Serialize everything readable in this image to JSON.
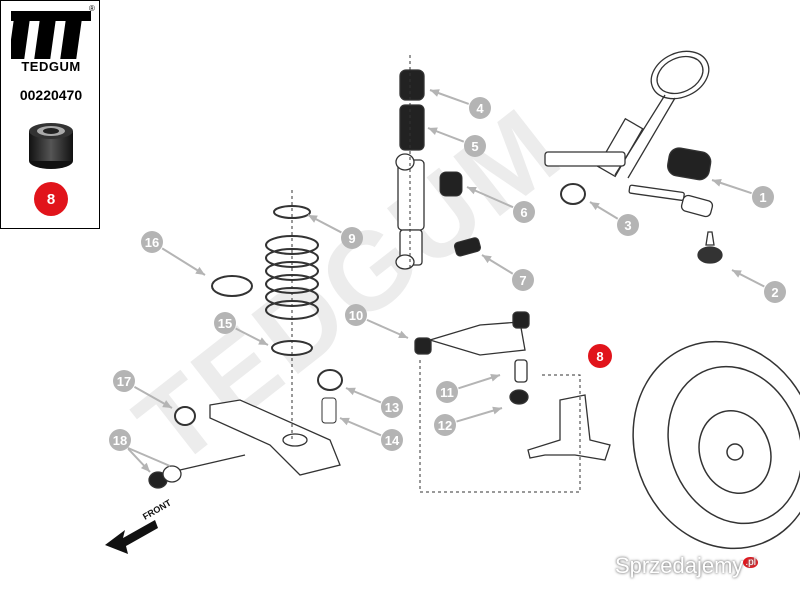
{
  "brand": {
    "name": "TEDGUM",
    "registered": "®",
    "part_number": "00220470",
    "selected_badge": "8"
  },
  "diagram": {
    "callouts": [
      {
        "id": "callout-1",
        "label": "1"
      },
      {
        "id": "callout-2",
        "label": "2"
      },
      {
        "id": "callout-3",
        "label": "3"
      },
      {
        "id": "callout-4",
        "label": "4"
      },
      {
        "id": "callout-5",
        "label": "5"
      },
      {
        "id": "callout-6",
        "label": "6"
      },
      {
        "id": "callout-7",
        "label": "7"
      },
      {
        "id": "callout-8",
        "label": "8",
        "highlight": true
      },
      {
        "id": "callout-9",
        "label": "9"
      },
      {
        "id": "callout-10",
        "label": "10"
      },
      {
        "id": "callout-11",
        "label": "11"
      },
      {
        "id": "callout-12",
        "label": "12"
      },
      {
        "id": "callout-13",
        "label": "13"
      },
      {
        "id": "callout-14",
        "label": "14"
      },
      {
        "id": "callout-15",
        "label": "15"
      },
      {
        "id": "callout-16",
        "label": "16"
      },
      {
        "id": "callout-17",
        "label": "17"
      },
      {
        "id": "callout-18",
        "label": "18"
      }
    ],
    "front_label": "FRONT",
    "watermark": "TEDGUM"
  },
  "site_watermark": {
    "text": "Sprzedajemy",
    "suffix": ".pl"
  },
  "colors": {
    "callout_gray": "#b4b4b4",
    "highlight_red": "#e1141b",
    "line": "#333333"
  }
}
